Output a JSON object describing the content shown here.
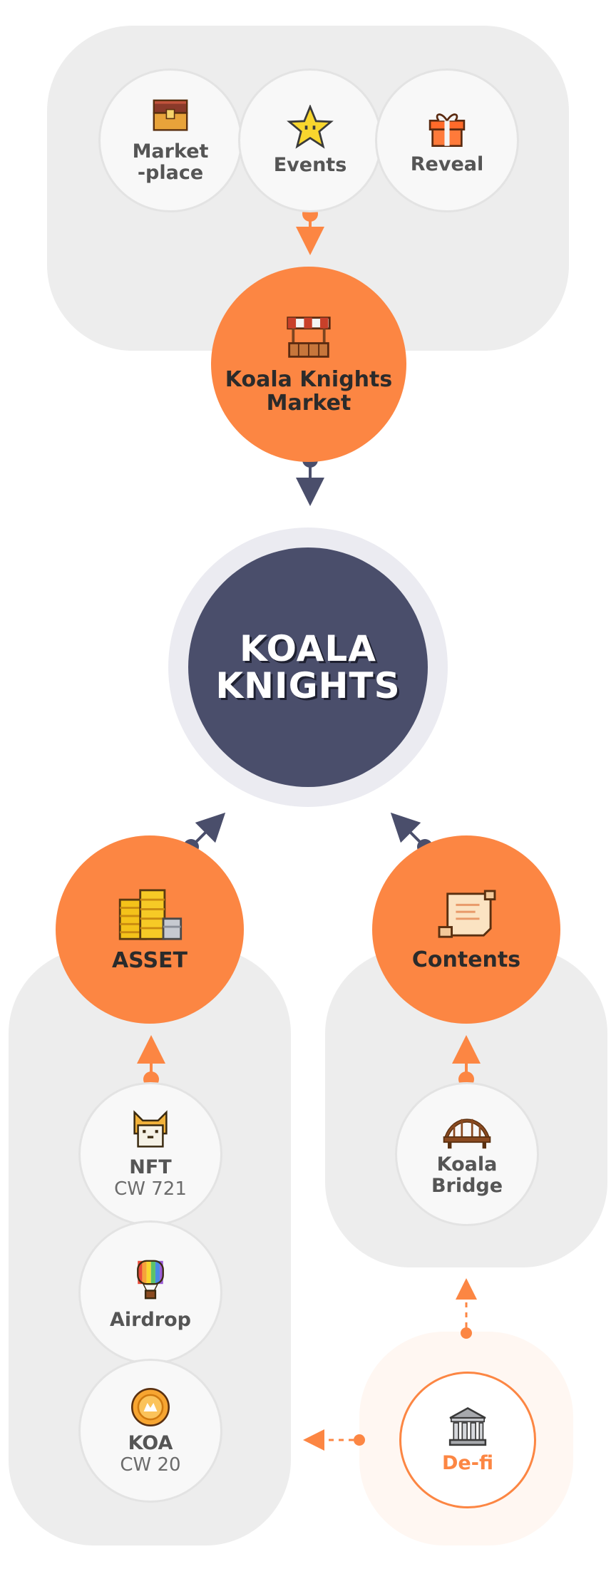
{
  "top": {
    "marketplace": {
      "line1": "Market",
      "line2": "-place"
    },
    "events": "Events",
    "reveal": "Reveal"
  },
  "market": {
    "line1": "Koala Knights",
    "line2": "Market"
  },
  "center": {
    "line1": "KOALA",
    "line2": "KNIGHTS"
  },
  "asset": {
    "label": "ASSET"
  },
  "contents": {
    "label": "Contents"
  },
  "nft": {
    "label": "NFT",
    "sub": "CW 721"
  },
  "airdrop": {
    "label": "Airdrop"
  },
  "koa": {
    "label": "KOA",
    "sub": "CW 20"
  },
  "bridge": {
    "line1": "Koala",
    "line2": "Bridge"
  },
  "defi": {
    "label": "De-fi"
  },
  "colors": {
    "accent": "#fc8643",
    "navy": "#4a4e6b",
    "panel": "#ededed",
    "defi_panel": "#fff7f2"
  }
}
